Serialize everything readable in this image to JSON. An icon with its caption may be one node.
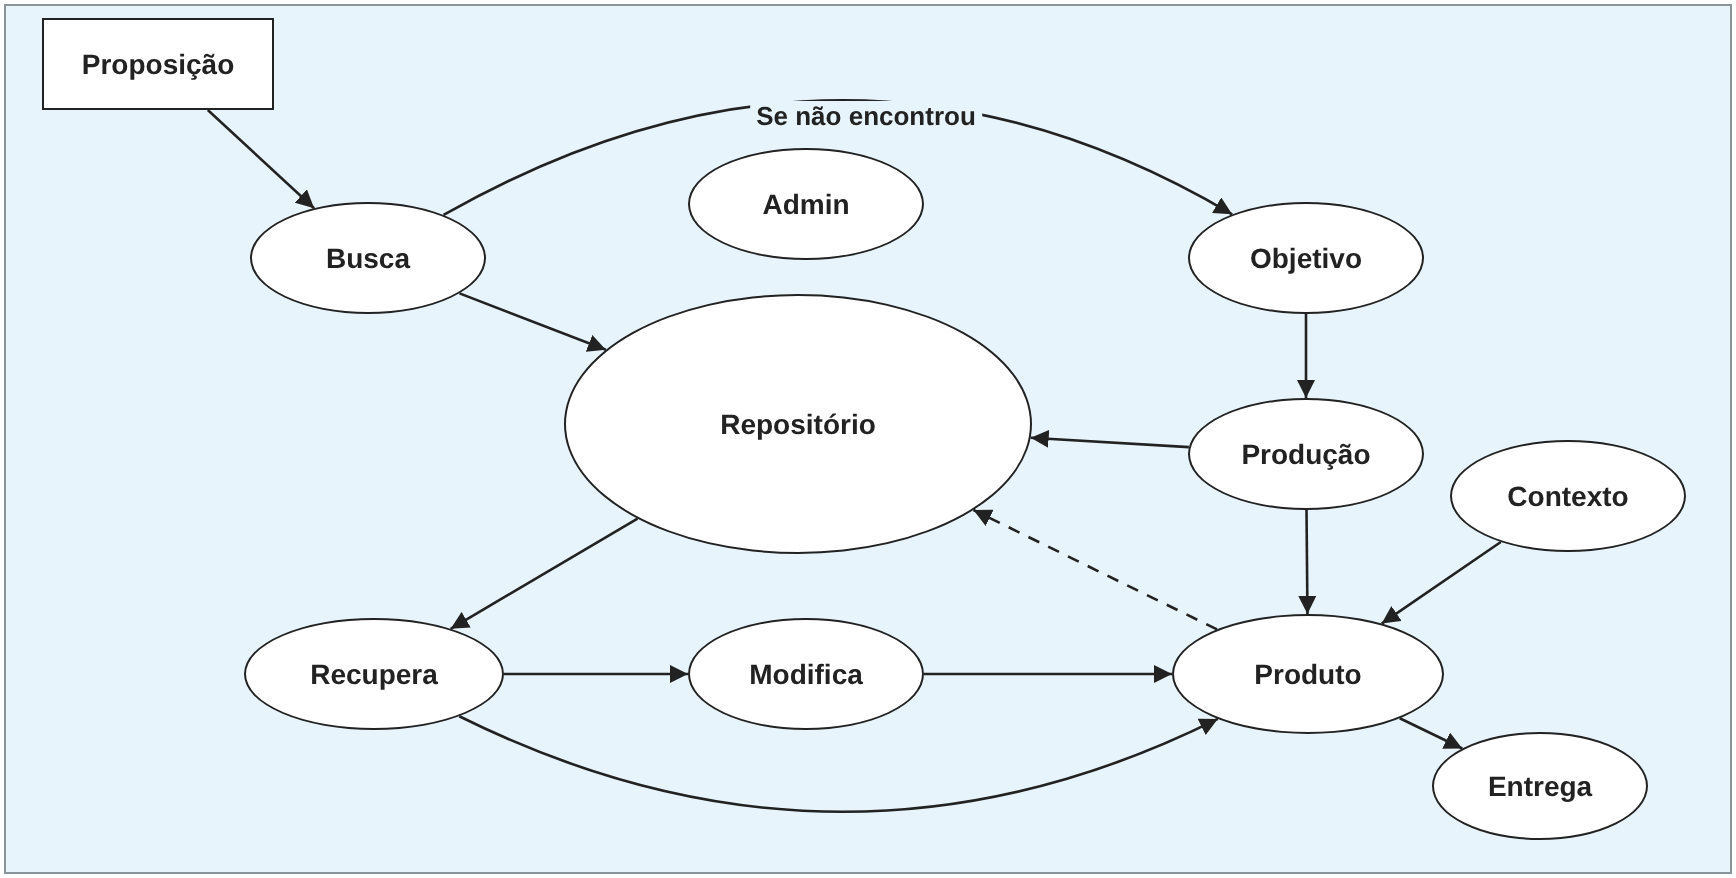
{
  "diagram": {
    "nodes": [
      {
        "text": [
          "Proposição"
        ]
      },
      {
        "text": [
          "Busca"
        ]
      },
      {
        "text": [
          "Admin"
        ]
      },
      {
        "text": [
          "Objetivo"
        ]
      },
      {
        "text": [
          "Repositório"
        ]
      },
      {
        "text": [
          "Produção"
        ]
      },
      {
        "text": [
          "Contexto"
        ]
      },
      {
        "text": [
          "Recupera"
        ]
      },
      {
        "text": [
          "Modifica"
        ]
      },
      {
        "text": [
          "Produto"
        ]
      },
      {
        "text": [
          "Entrega"
        ]
      }
    ],
    "edges": [
      {
        "from": 0,
        "to": 1,
        "arrow": "to"
      },
      {
        "from": 1,
        "to": 3,
        "arrow": "to",
        "label": "Se não encontrou"
      },
      {
        "from": 1,
        "to": 4,
        "arrow": "to"
      },
      {
        "from": 3,
        "to": 5,
        "arrow": "to"
      },
      {
        "from": 5,
        "to": 4,
        "arrow": "to"
      },
      {
        "from": 5,
        "to": 9,
        "arrow": "to"
      },
      {
        "from": 6,
        "to": 9,
        "arrow": "to"
      },
      {
        "from": 9,
        "to": 4,
        "arrow": "to",
        "style": "dashed"
      },
      {
        "from": 4,
        "to": 7,
        "arrow": "to"
      },
      {
        "from": 7,
        "to": 8,
        "arrow": "to"
      },
      {
        "from": 8,
        "to": 9,
        "arrow": "to"
      },
      {
        "from": 7,
        "to": 9,
        "arrow": "to"
      },
      {
        "from": 9,
        "to": 10,
        "arrow": "to"
      }
    ]
  }
}
